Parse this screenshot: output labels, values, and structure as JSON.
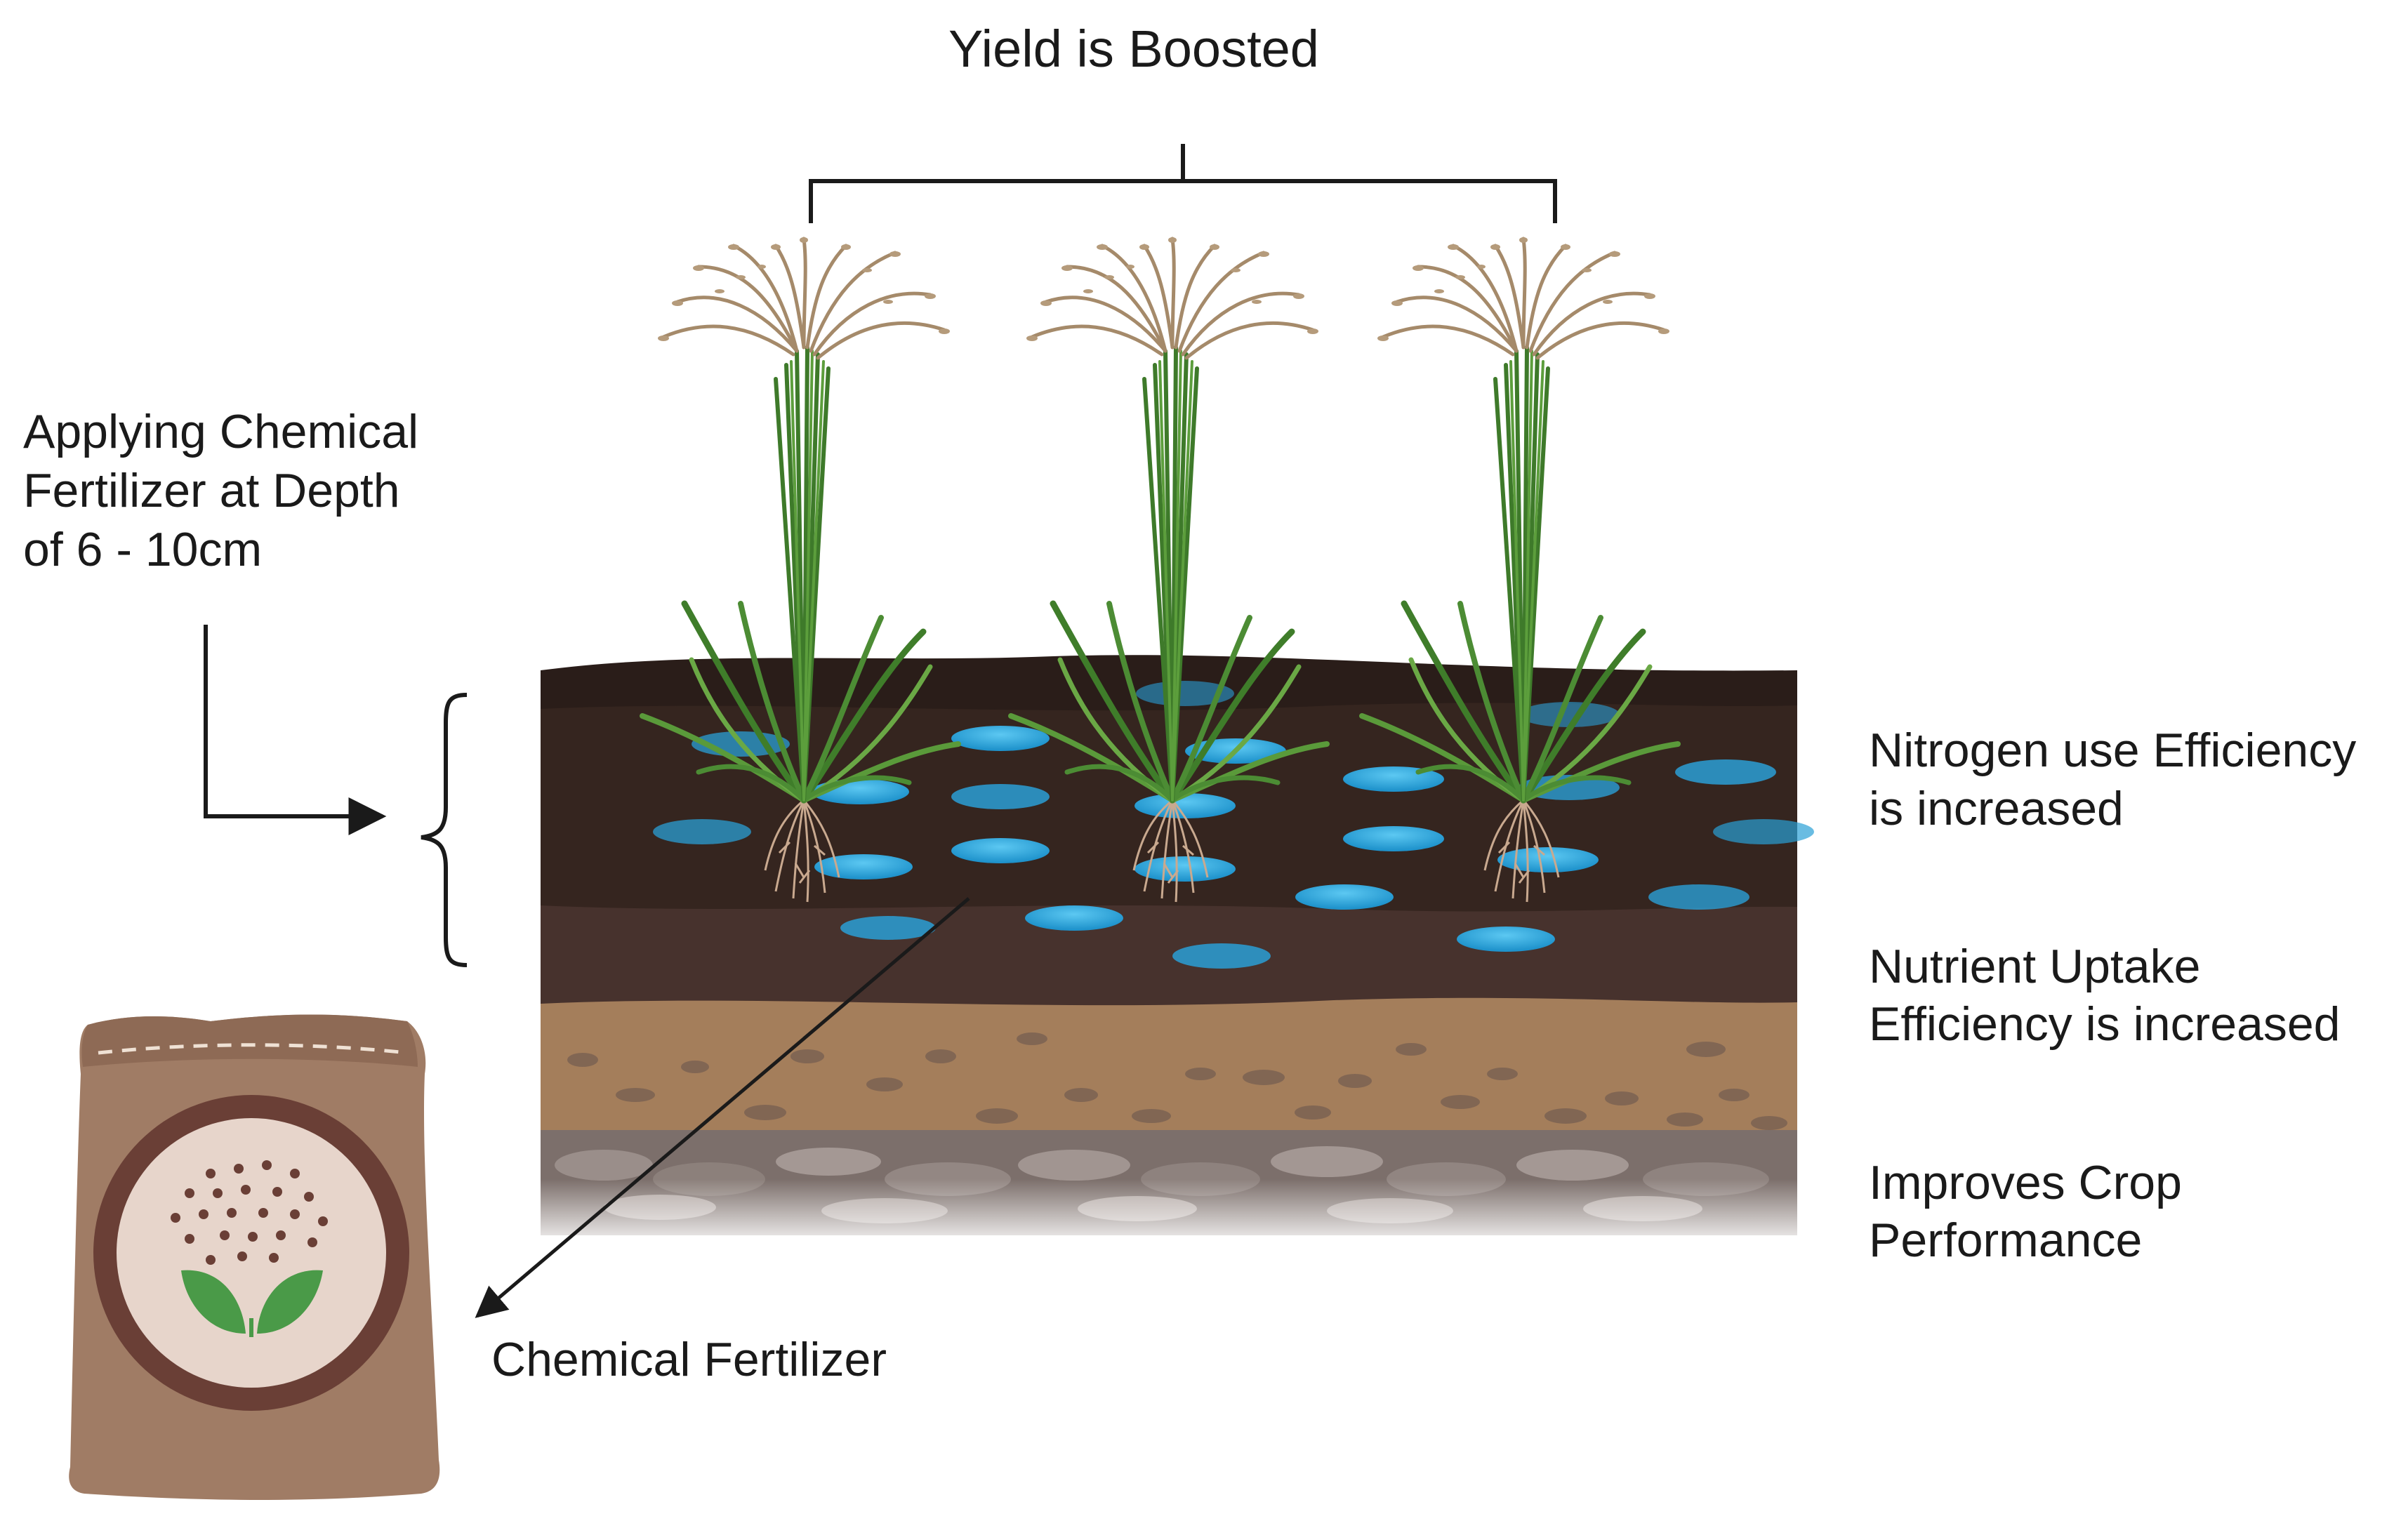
{
  "diagram": {
    "title": "Yield is Boosted",
    "left_label": [
      "Applying Chemical",
      "Fertilizer at Depth",
      "of 6 - 10cm"
    ],
    "bag_label": "Chemical Fertilizer",
    "outcomes": [
      {
        "lines": [
          "Nitrogen use Efficiency",
          "is increased"
        ]
      },
      {
        "lines": [
          "Nutrient Uptake",
          "Efficiency is increased"
        ]
      },
      {
        "lines": [
          "Improves Crop",
          "Performance"
        ]
      }
    ]
  },
  "colors": {
    "topsoil": "#2a1d19",
    "soil_mid": "#35251f",
    "subsoil": "#47322d",
    "sand": "#a47e5b",
    "rock": "#7c6f6b",
    "granule": "#29a6e0",
    "leaf": "#4c8c34",
    "panicle": "#a58a6a",
    "bag": "#a07c65"
  },
  "icons": [
    "rice-plant-icon",
    "fertilizer-granule-icon",
    "fertilizer-bag-icon",
    "leaf-icon",
    "bracket-icon",
    "arrow-icon"
  ]
}
